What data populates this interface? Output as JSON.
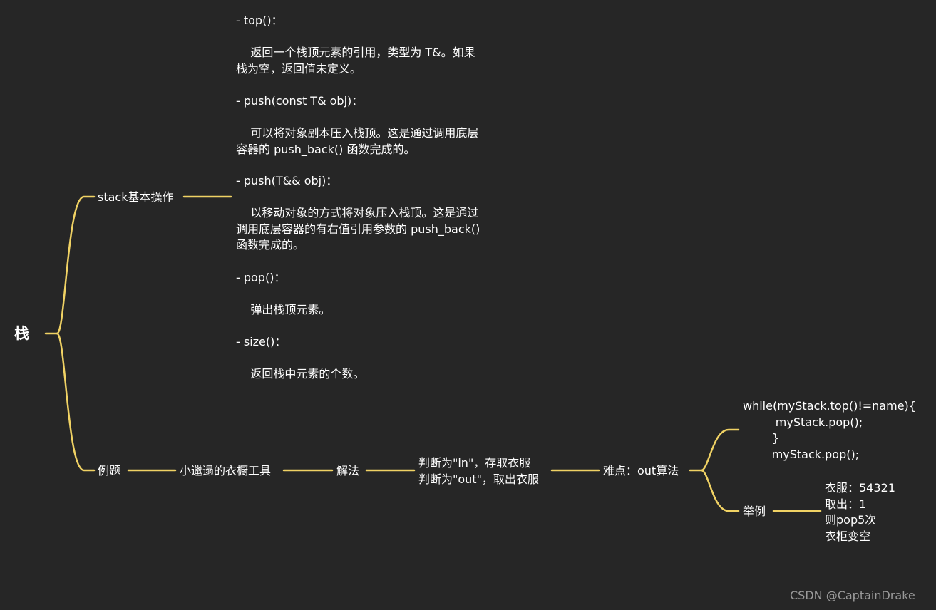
{
  "colors": {
    "background": "#262626",
    "connector": "#f0d264",
    "text": "#ffffff",
    "watermark": "#9a9a9a"
  },
  "root": {
    "label": "栈"
  },
  "branches": {
    "basic_ops": {
      "label": "stack基本操作",
      "items": [
        {
          "title": "- top()：",
          "desc": "    返回一个栈顶元素的引用，类型为 T&。如果\n栈为空，返回值未定义。"
        },
        {
          "title": "- push(const T& obj)：",
          "desc": "    可以将对象副本压入栈顶。这是通过调用底层\n容器的 push_back() 函数完成的。"
        },
        {
          "title": "- push(T&& obj)：",
          "desc": "    以移动对象的方式将对象压入栈顶。这是通过\n调用底层容器的有右值引用参数的 push_back()\n函数完成的。"
        },
        {
          "title": "- pop()：",
          "desc": "    弹出栈顶元素。"
        },
        {
          "title": "- size()：",
          "desc": "    返回栈中元素的个数。"
        }
      ]
    },
    "example": {
      "label": "例题",
      "problem": "小邋遢的衣橱工具",
      "solution": "解法",
      "judge": "判断为\"in\"，存取衣服\n判断为\"out\"，取出衣服",
      "difficulty": "难点：out算法",
      "code": "while(myStack.top()!=name){\n         myStack.pop();\n        }\n        myStack.pop();",
      "sample_label": "举例",
      "sample_text": "衣服：54321\n取出：1\n则pop5次\n衣柜变空"
    }
  },
  "watermark": "CSDN @CaptainDrake"
}
